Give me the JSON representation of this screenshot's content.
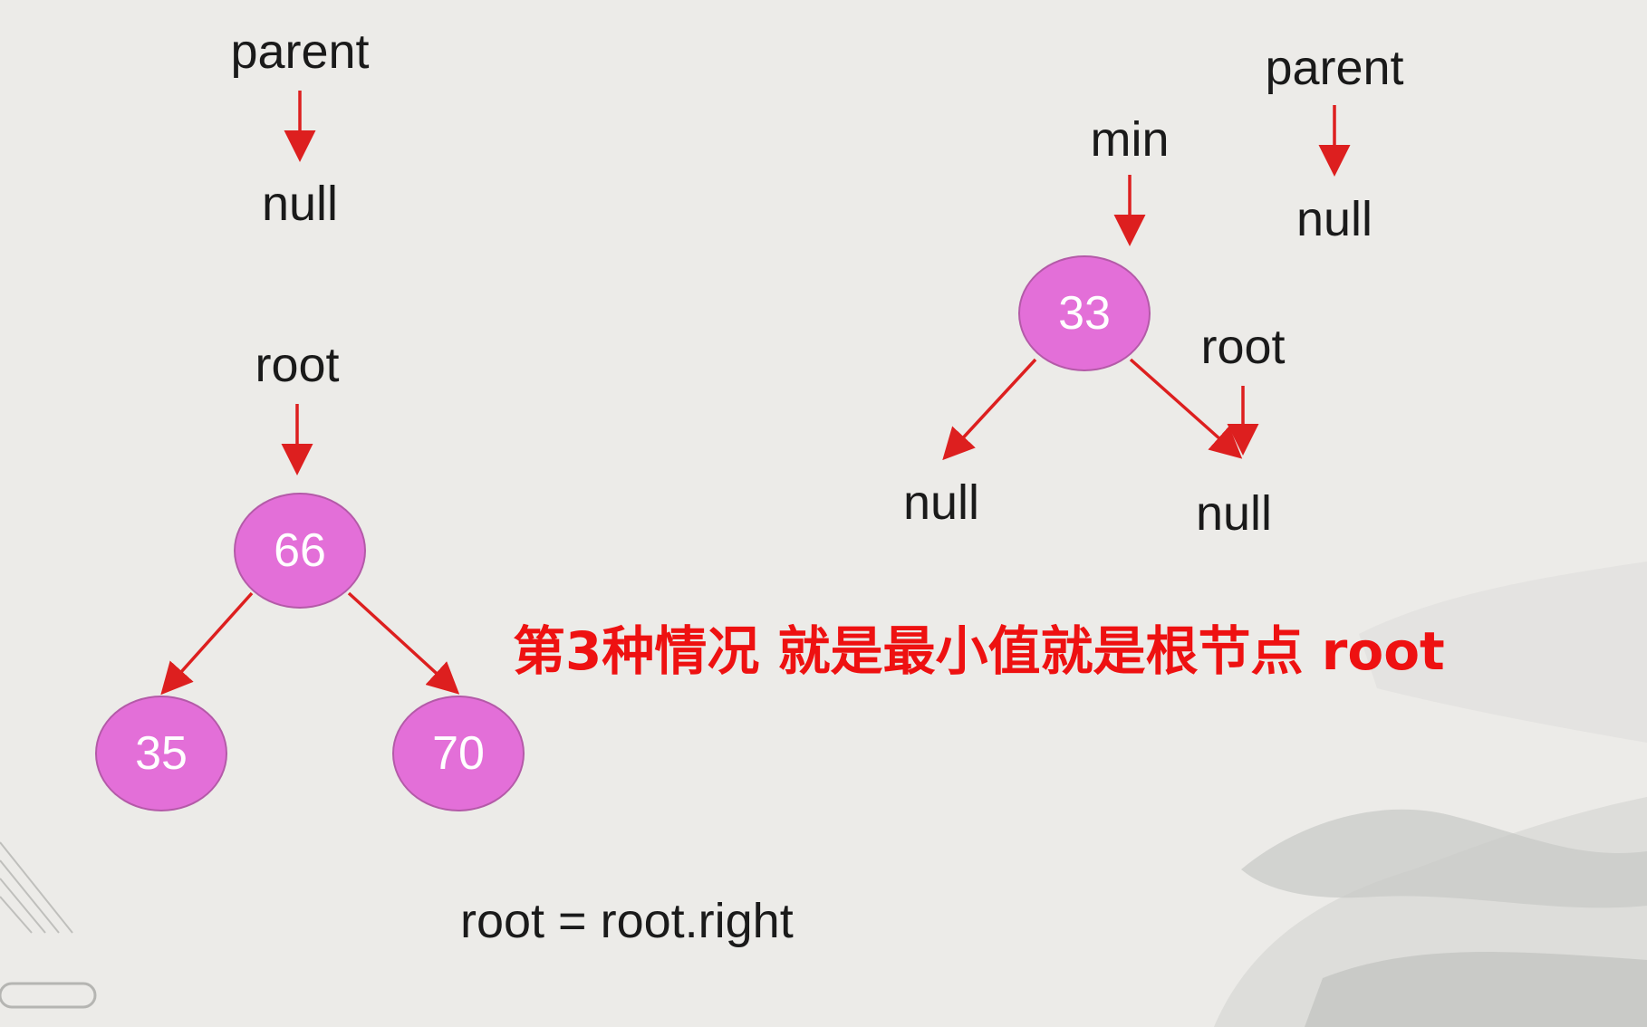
{
  "left_tree": {
    "parent_label": "parent",
    "parent_null": "null",
    "root_label": "root",
    "root_node": "66",
    "left_node": "35",
    "right_node": "70"
  },
  "right_tree": {
    "min_label": "min",
    "parent_label": "parent",
    "parent_null": "null",
    "node": "33",
    "root_label": "root",
    "left_null": "null",
    "right_null": "null"
  },
  "caption": "第3种情况 就是最小值就是根节点 root",
  "formula": "root = root.right",
  "colors": {
    "node_fill": "#e36fd8",
    "arrow": "#dd1f1f",
    "caption": "#ee1111"
  }
}
